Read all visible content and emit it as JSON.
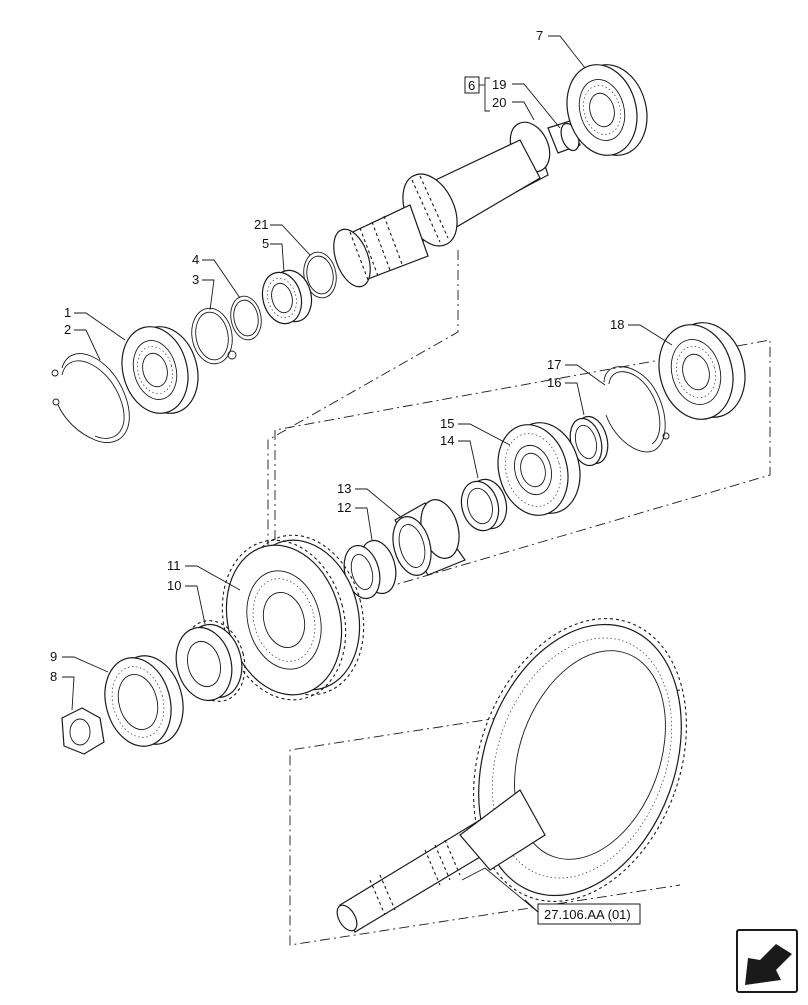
{
  "diagram": {
    "callouts": [
      "1",
      "2",
      "3",
      "4",
      "5",
      "6",
      "7",
      "8",
      "9",
      "10",
      "11",
      "12",
      "13",
      "14",
      "15",
      "16",
      "17",
      "18",
      "19",
      "20",
      "21"
    ],
    "reference_label": "27.106.AA (01)",
    "nav_icon": "next-page-arrow-icon"
  }
}
